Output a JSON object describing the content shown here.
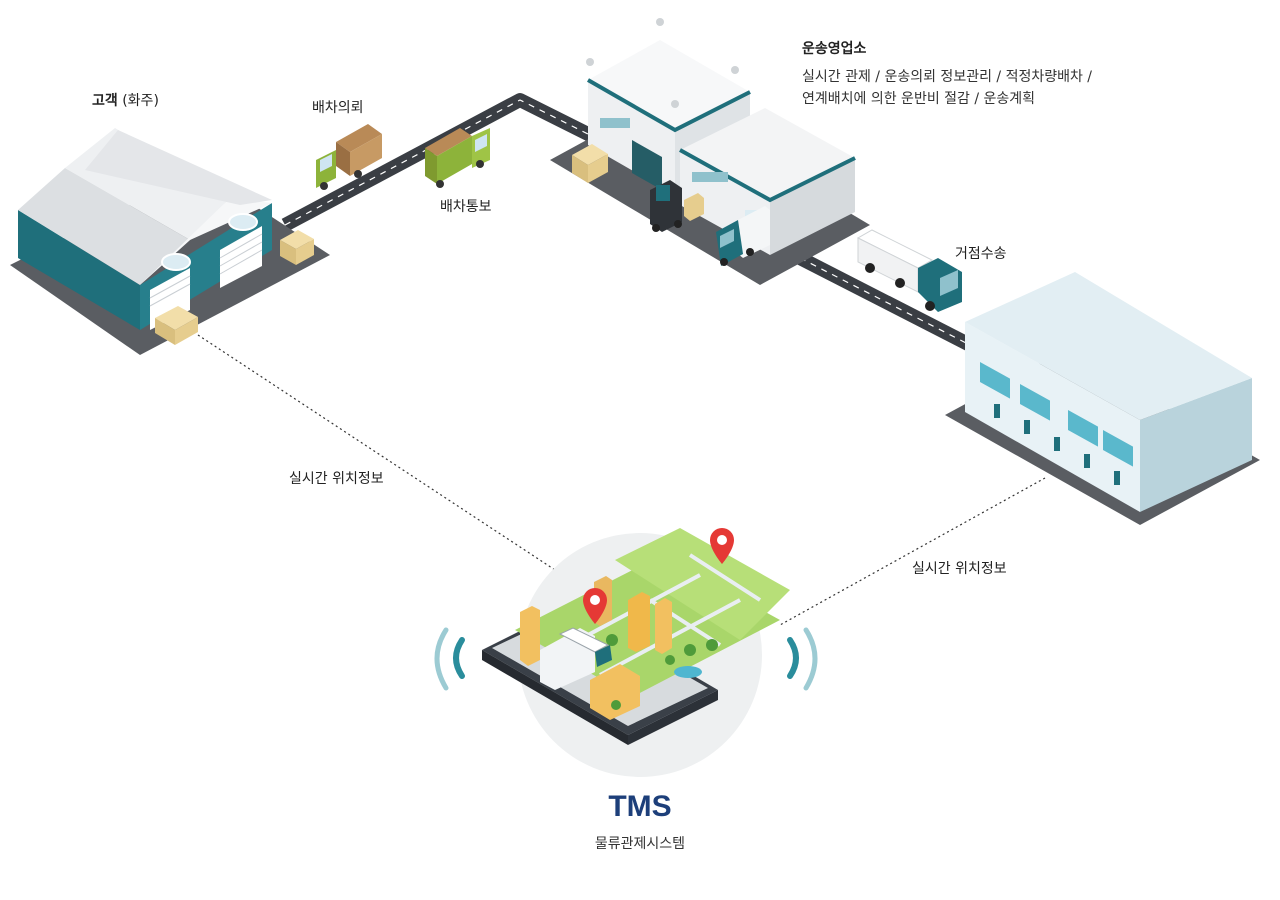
{
  "labels": {
    "customer": "고객",
    "customer_note": "(화주)",
    "dispatch_request": "배차의뢰",
    "dispatch_notice": "배차통보",
    "transport_office": "운송영업소",
    "transport_office_desc": [
      "실시간 관제 / 운송의뢰 정보관리 / 적정차량배차 /",
      "연계배치에 의한 운반비 절감 / 운송계획"
    ],
    "hub_transport": "거점수송",
    "realtime_left": "실시간 위치정보",
    "realtime_right": "실시간 위치정보"
  },
  "tms": {
    "title": "TMS",
    "subtitle": "물류관제시스템"
  },
  "colors": {
    "road": "#3a3e44",
    "teal": "#1f6f7b",
    "ground": "#5a5d62",
    "truck_green": "#8db33a",
    "box": "#e8cf94",
    "pin": "#e53935",
    "tms_navy": "#1d3f7a",
    "signal": "#2a8d9c"
  },
  "icons": [
    "warehouse-icon",
    "truck-icon",
    "forklift-icon",
    "pallet-icon",
    "smartphone-icon",
    "map-pin-icon",
    "signal-wave-icon"
  ]
}
